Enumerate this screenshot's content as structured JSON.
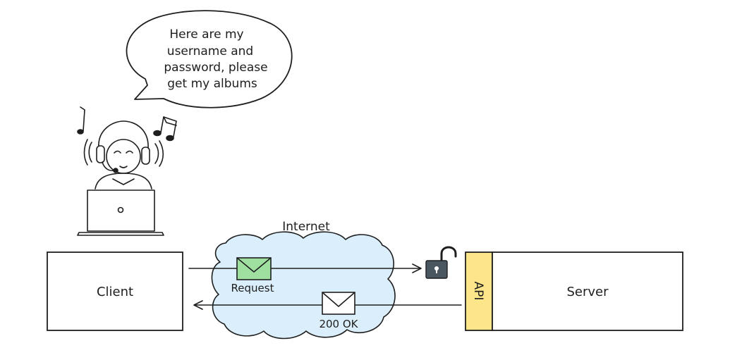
{
  "speech_bubble": {
    "lines": [
      "Here are my",
      "username and",
      "password, please",
      "get my albums"
    ]
  },
  "client_box": {
    "label": "Client"
  },
  "server_box": {
    "label": "Server"
  },
  "api_box": {
    "label": "API"
  },
  "cloud": {
    "label": "Internet"
  },
  "request_envelope": {
    "label": "Request"
  },
  "response_envelope": {
    "label": "200 OK"
  },
  "colors": {
    "stroke": "#1e1e1e",
    "cloud_fill": "#dbeefb",
    "request_envelope_fill": "#9fe0a0",
    "response_envelope_fill": "#ffffff",
    "api_fill": "#fde68a",
    "lock_fill": "#4a5660"
  },
  "icons": [
    "person-with-headphones-icon",
    "music-note-icon",
    "laptop-icon",
    "envelope-icon",
    "unlocked-padlock-icon"
  ]
}
